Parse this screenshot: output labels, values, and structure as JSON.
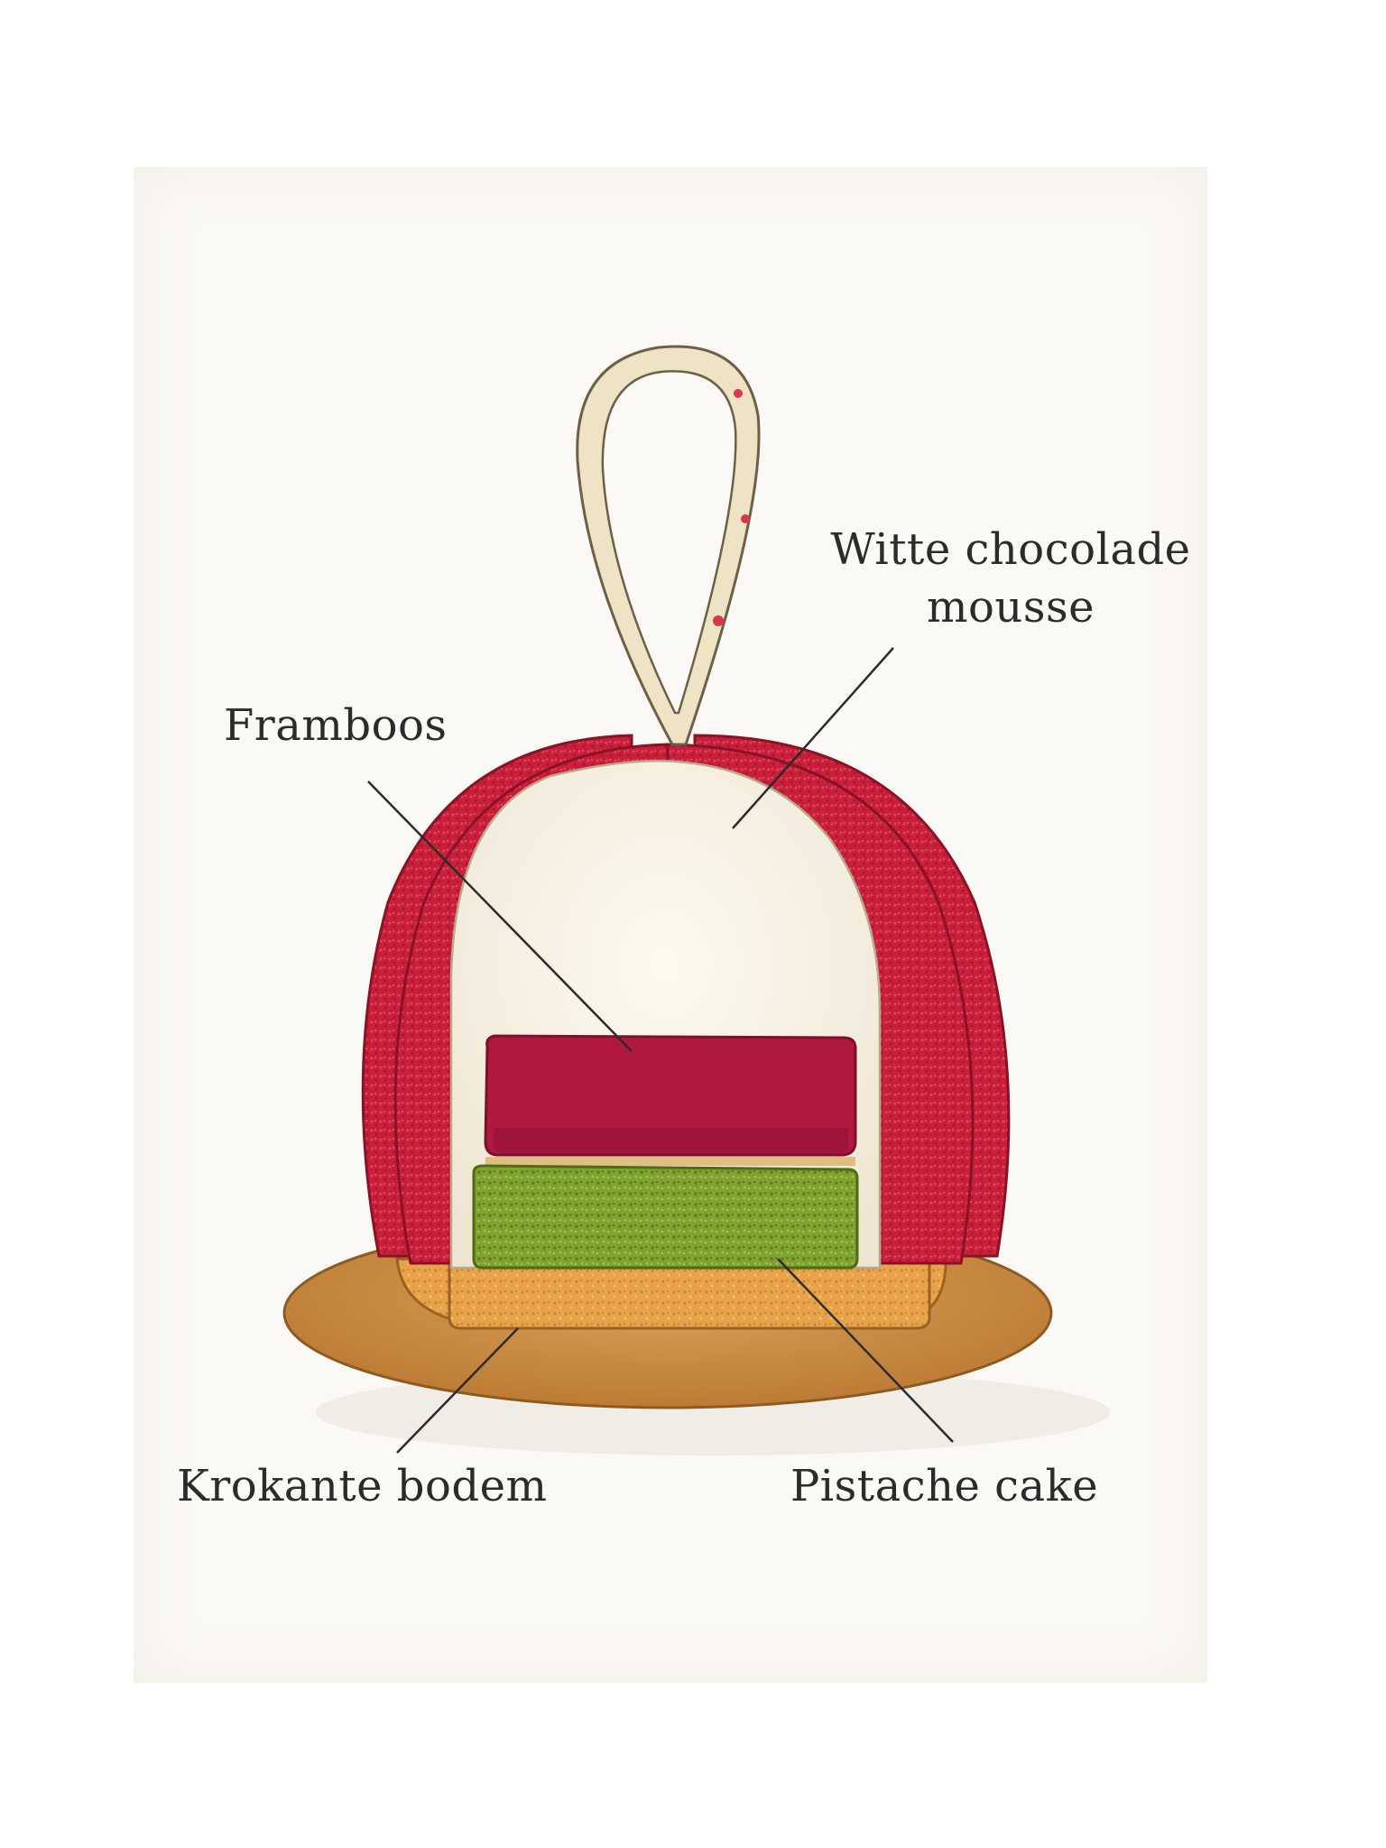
{
  "labels": {
    "framboos": "Framboos",
    "mousse_line1": "Witte chocolade",
    "mousse_line2": "mousse",
    "krokante_bodem": "Krokante bodem",
    "pistache_cake": "Pistache cake"
  },
  "colors": {
    "paper": "#fbf9f5",
    "raspberry_shell": "#c81f3a",
    "raspberry_layer": "#b01840",
    "white_chocolate": "#f6f1e4",
    "pistachio": "#7fa230",
    "crumble_base": "#e8a24a",
    "plate": "#c98a3f",
    "chocolate_loop": "#efe3c6",
    "ink": "#2b2b2b"
  }
}
